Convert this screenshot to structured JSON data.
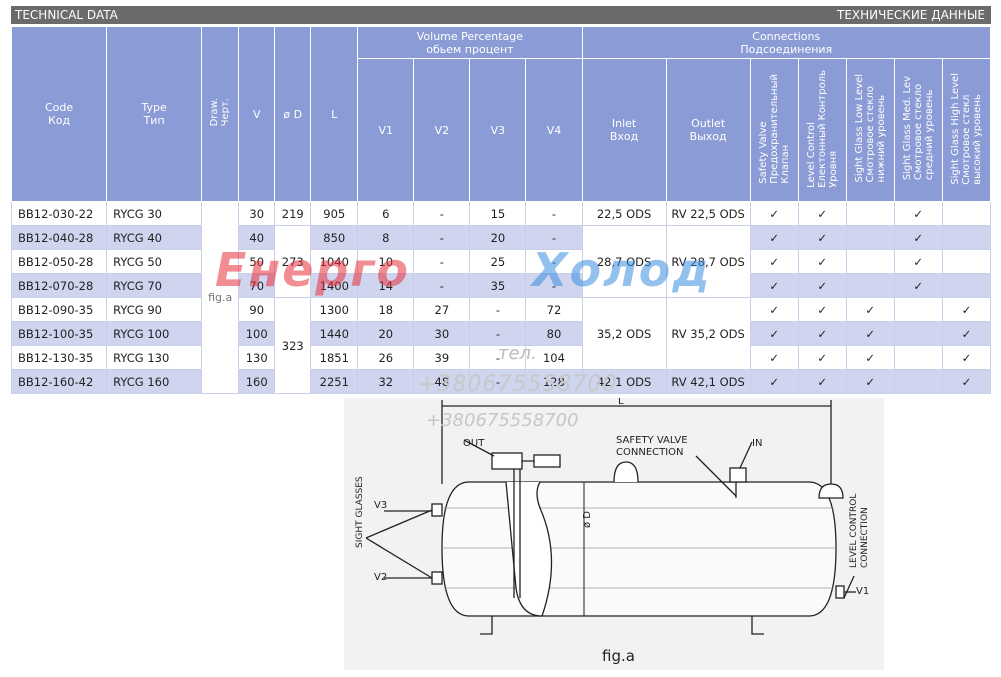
{
  "header": {
    "left": "TECHNICAL DATA",
    "right": "ТЕХНИЧЕСКИЕ ДАННЫЕ"
  },
  "columns": {
    "code": "Code",
    "code_ru": "Код",
    "type": "Type",
    "type_ru": "Тип",
    "draw": "Draw.",
    "draw_ru": "Черт.",
    "v": "V",
    "od": "ø D",
    "l": "L",
    "volume": "Volume Percentage",
    "volume_ru": "обьем процент",
    "v1": "V1",
    "v2": "V2",
    "v3": "V3",
    "v4": "V4",
    "connections": "Connections",
    "connections_ru": "Подсоединения",
    "inlet": "Inlet",
    "inlet_ru": "Вход",
    "outlet": "Outlet",
    "outlet_ru": "Выход",
    "safety": "Safety Valve",
    "safety_ru1": "Предохранительный",
    "safety_ru2": "Клапан",
    "level": "Level Control",
    "level_ru1": "Електонный Контроль",
    "level_ru2": "Уровня",
    "sg_low": "Sight Glass  Low Level",
    "sg_low_ru1": "Смотровое стекло",
    "sg_low_ru2": "нижний уровень",
    "sg_med": "Sight Glass  Med. Lev",
    "sg_med_ru1": "Смотровое стекло",
    "sg_med_ru2": "средний уровень",
    "sg_high": "Sight Glass High Level",
    "sg_high_ru1": "Смотровое стекл",
    "sg_high_ru2": "высокий уровень"
  },
  "rows": [
    {
      "code": "BB12-030-22",
      "type": "RYCG 30",
      "v": "30",
      "od": "219",
      "l": "905",
      "v1": "6",
      "v2": "-",
      "v3": "15",
      "v4": "-",
      "inlet": "22,5 ODS",
      "outlet": "RV 22,5 ODS",
      "sv": "✓",
      "lc": "✓",
      "sgl": "",
      "sgm": "✓",
      "sgh": ""
    },
    {
      "code": "BB12-040-28",
      "type": "RYCG 40",
      "v": "40",
      "l": "850",
      "v1": "8",
      "v2": "-",
      "v3": "20",
      "v4": "-",
      "sv": "✓",
      "lc": "✓",
      "sgl": "",
      "sgm": "✓",
      "sgh": ""
    },
    {
      "code": "BB12-050-28",
      "type": "RYCG 50",
      "v": "50",
      "l": "1040",
      "v1": "10",
      "v2": "-",
      "v3": "25",
      "v4": "-",
      "sv": "✓",
      "lc": "✓",
      "sgl": "",
      "sgm": "✓",
      "sgh": ""
    },
    {
      "code": "BB12-070-28",
      "type": "RYCG 70",
      "v": "70",
      "l": "1400",
      "v1": "14",
      "v2": "-",
      "v3": "35",
      "v4": "-",
      "sv": "✓",
      "lc": "✓",
      "sgl": "",
      "sgm": "✓",
      "sgh": ""
    },
    {
      "code": "BB12-090-35",
      "type": "RYCG 90",
      "v": "90",
      "l": "1300",
      "v1": "18",
      "v2": "27",
      "v3": "-",
      "v4": "72",
      "sv": "✓",
      "lc": "✓",
      "sgl": "✓",
      "sgm": "",
      "sgh": "✓"
    },
    {
      "code": "BB12-100-35",
      "type": "RYCG 100",
      "v": "100",
      "l": "1440",
      "v1": "20",
      "v2": "30",
      "v3": "-",
      "v4": "80",
      "sv": "✓",
      "lc": "✓",
      "sgl": "✓",
      "sgm": "",
      "sgh": "✓"
    },
    {
      "code": "BB12-130-35",
      "type": "RYCG 130",
      "v": "130",
      "l": "1851",
      "v1": "26",
      "v2": "39",
      "v3": "-",
      "v4": "104",
      "sv": "✓",
      "lc": "✓",
      "sgl": "✓",
      "sgm": "",
      "sgh": "✓"
    },
    {
      "code": "BB12-160-42",
      "type": "RYCG 160",
      "v": "160",
      "l": "2251",
      "v1": "32",
      "v2": "48",
      "v3": "-",
      "v4": "128",
      "inlet": "42,1 ODS",
      "outlet": "RV 42,1 ODS",
      "sv": "✓",
      "lc": "✓",
      "sgl": "✓",
      "sgm": "",
      "sgh": "✓"
    }
  ],
  "merged": {
    "fig": "fig.a",
    "od_273": "273",
    "od_323": "323",
    "inlet_287": "28,7 ODS",
    "outlet_287": "RV 28,7 ODS",
    "inlet_352": "35,2 ODS",
    "outlet_352": "RV 35,2 ODS"
  },
  "watermark": {
    "left": "Енерго",
    "right": "Холод",
    "tel": "тел.",
    "phone": "+380675558700",
    "phone2": "+380675558700"
  },
  "drawing": {
    "out": "OUT",
    "in": "IN",
    "safety1": "SAFETY VALVE",
    "safety2": "CONNECTION",
    "sight": "SIGHT GLASSES",
    "level1": "LEVEL CONTROL",
    "level2": "CONNECTION",
    "v1": "V1",
    "v2": "V2",
    "v3": "V3",
    "od": "ø D",
    "l": "L",
    "caption": "fig.a"
  },
  "colors": {
    "header_bg": "#8a9bd6",
    "alt_row": "#cfd5ef",
    "bar": "#6b6b6b",
    "wm_red": "#e8323c",
    "wm_blue": "#3c8fe0"
  }
}
